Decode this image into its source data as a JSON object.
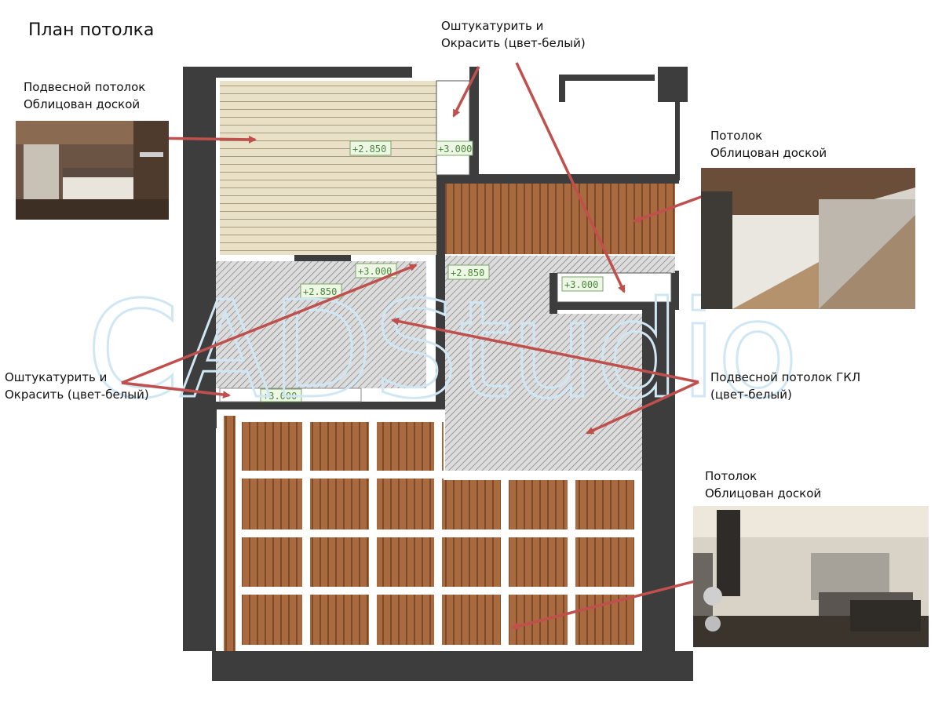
{
  "title": "План потолка",
  "watermark": "CADStudio",
  "annotations": {
    "plaster_top_line1": "Оштукатурить и",
    "plaster_top_line2": "Окрасить (цвет-белый)",
    "suspended_board_line1": "Подвесной потолок",
    "suspended_board_line2": "Облицован доской",
    "ceiling_board_right_line1": "Потолок",
    "ceiling_board_right_line2": "Облицован доской",
    "plaster_left_line1": "Оштукатурить и",
    "plaster_left_line2": "Окрасить (цвет-белый)",
    "gkl_line1": "Подвесной потолок ГКЛ",
    "gkl_line2": "(цвет-белый)",
    "ceiling_board_bottom_line1": "Потолок",
    "ceiling_board_bottom_line2": "Облицован доской"
  },
  "elevation_marks": {
    "m1": "+2.850",
    "m2": "+3.000",
    "m3": "+3.000",
    "m4": "+2.850",
    "m5": "+2.850",
    "m6": "+3.000",
    "m7": "+3.000"
  },
  "colors": {
    "wall": "#3d3d3d",
    "wood_light": "#e8dfc6",
    "wood_dark": "#a96a3f",
    "gkl_fill": "#d9d9d9",
    "arrow": "#c0504d",
    "mark_text": "#4a8a3a"
  }
}
